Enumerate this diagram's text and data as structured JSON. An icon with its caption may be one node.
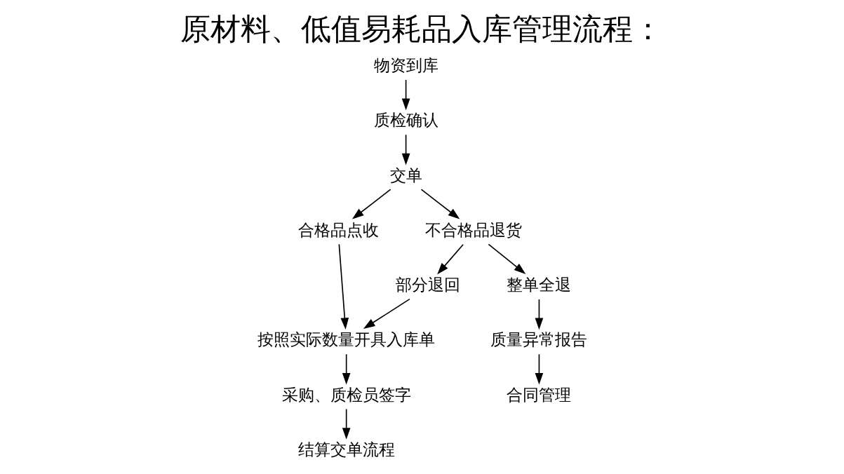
{
  "diagram": {
    "title": "原材料、低值易耗品入库管理流程：",
    "nodes": [
      {
        "text": [
          "物资到库"
        ]
      },
      {
        "text": [
          "质检确认"
        ]
      },
      {
        "text": [
          "交单"
        ]
      },
      {
        "text": [
          "合格品点收"
        ]
      },
      {
        "text": [
          "不合格品退货"
        ]
      },
      {
        "text": [
          "部分退回"
        ]
      },
      {
        "text": [
          "整单全退"
        ]
      },
      {
        "text": [
          "按照实际数量开具入库单"
        ]
      },
      {
        "text": [
          "采购、质检员签字"
        ]
      },
      {
        "text": [
          "结算交单流程"
        ]
      },
      {
        "text": [
          "质量异常报告"
        ]
      },
      {
        "text": [
          "合同管理"
        ]
      }
    ],
    "edges": [
      {
        "from": 0,
        "to": 1,
        "arrow": "to"
      },
      {
        "from": 1,
        "to": 2,
        "arrow": "to"
      },
      {
        "from": 2,
        "to": 3,
        "arrow": "to"
      },
      {
        "from": 2,
        "to": 4,
        "arrow": "to"
      },
      {
        "from": 3,
        "to": 7,
        "arrow": "to"
      },
      {
        "from": 4,
        "to": 5,
        "arrow": "to"
      },
      {
        "from": 4,
        "to": 6,
        "arrow": "to"
      },
      {
        "from": 5,
        "to": 7,
        "arrow": "to"
      },
      {
        "from": 7,
        "to": 8,
        "arrow": "to"
      },
      {
        "from": 8,
        "to": 9,
        "arrow": "to"
      },
      {
        "from": 6,
        "to": 10,
        "arrow": "to"
      },
      {
        "from": 10,
        "to": 11,
        "arrow": "to"
      }
    ]
  }
}
